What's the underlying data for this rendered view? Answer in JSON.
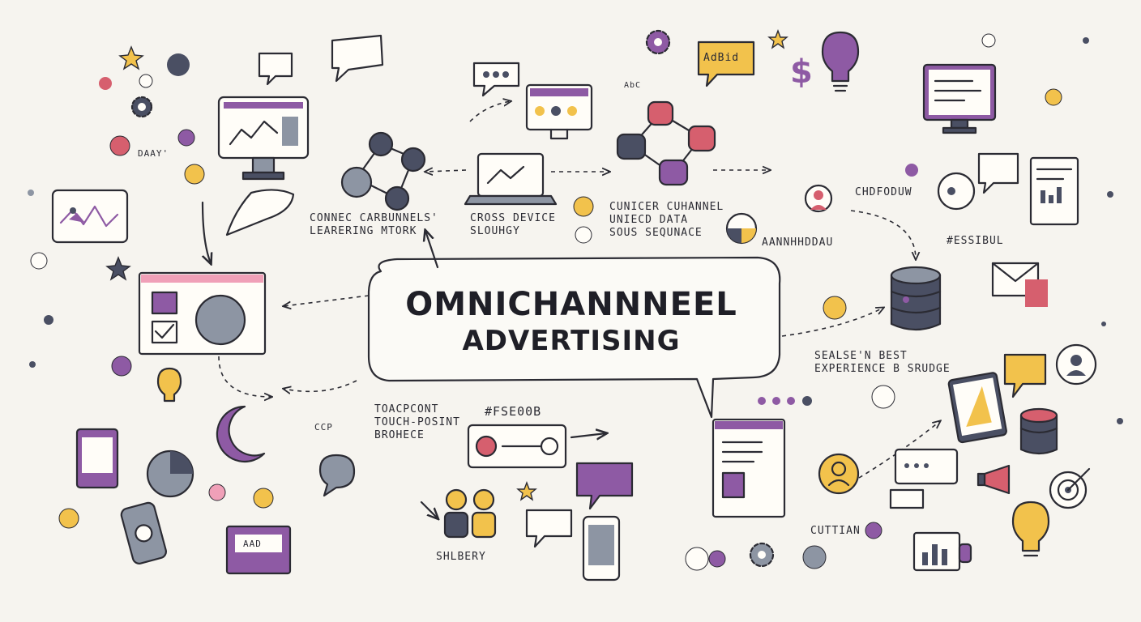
{
  "title": {
    "line1": "OMNICHANNNEEL",
    "line2": "ADVERTISING"
  },
  "labels": {
    "learning_network": {
      "line1": "CONNEC CARBUNNELS'",
      "line2": "LEARERING MTORK"
    },
    "cross_device": {
      "line1": "CROSS DEVICE",
      "line2": "SLOUHGY"
    },
    "unified_data": {
      "line1": "CUNICER CUHANNEL",
      "line2": "UNIECD DATA",
      "line3": "SOUS SEQUNACE"
    },
    "chdfoduw": "CHDFODUW",
    "handwritten": "AANNHHDDAU",
    "hashtag_right": "#ESSIBUL",
    "seamless": {
      "line1": "SEALSE'N BEST",
      "line2": "EXPERIENCE B SRUDGE"
    },
    "touchpoint": {
      "line1": "TOACPCONT",
      "line2": "TOUCH-POSINT",
      "line3": "BROHECE"
    },
    "hashtag_center": "#FSE00B",
    "daily": "DAAY'",
    "adbid": "AdBid",
    "ad_box": "AAD",
    "ad_purple": "AAD",
    "abc": "AbC",
    "cp_tag": "CCP",
    "shlbery": "SHLBERY",
    "cuttian": "CUTTIAN"
  },
  "colors": {
    "background": "#f6f4ef",
    "ink": "#2b2b33",
    "purple": "#8e5aa4",
    "yellow": "#f2c24c",
    "red": "#d65f6e",
    "gray": "#8d95a3"
  },
  "icons": [
    "monitor-icon",
    "laptop-icon",
    "tablet-icon",
    "smartphone-icon",
    "database-icon",
    "envelope-icon",
    "lightbulb-icon",
    "gear-icon",
    "chat-bubble-icon",
    "pie-chart-icon",
    "dollar-icon",
    "user-icon",
    "network-icon",
    "globe-icon",
    "star-icon",
    "target-icon",
    "megaphone-icon"
  ]
}
